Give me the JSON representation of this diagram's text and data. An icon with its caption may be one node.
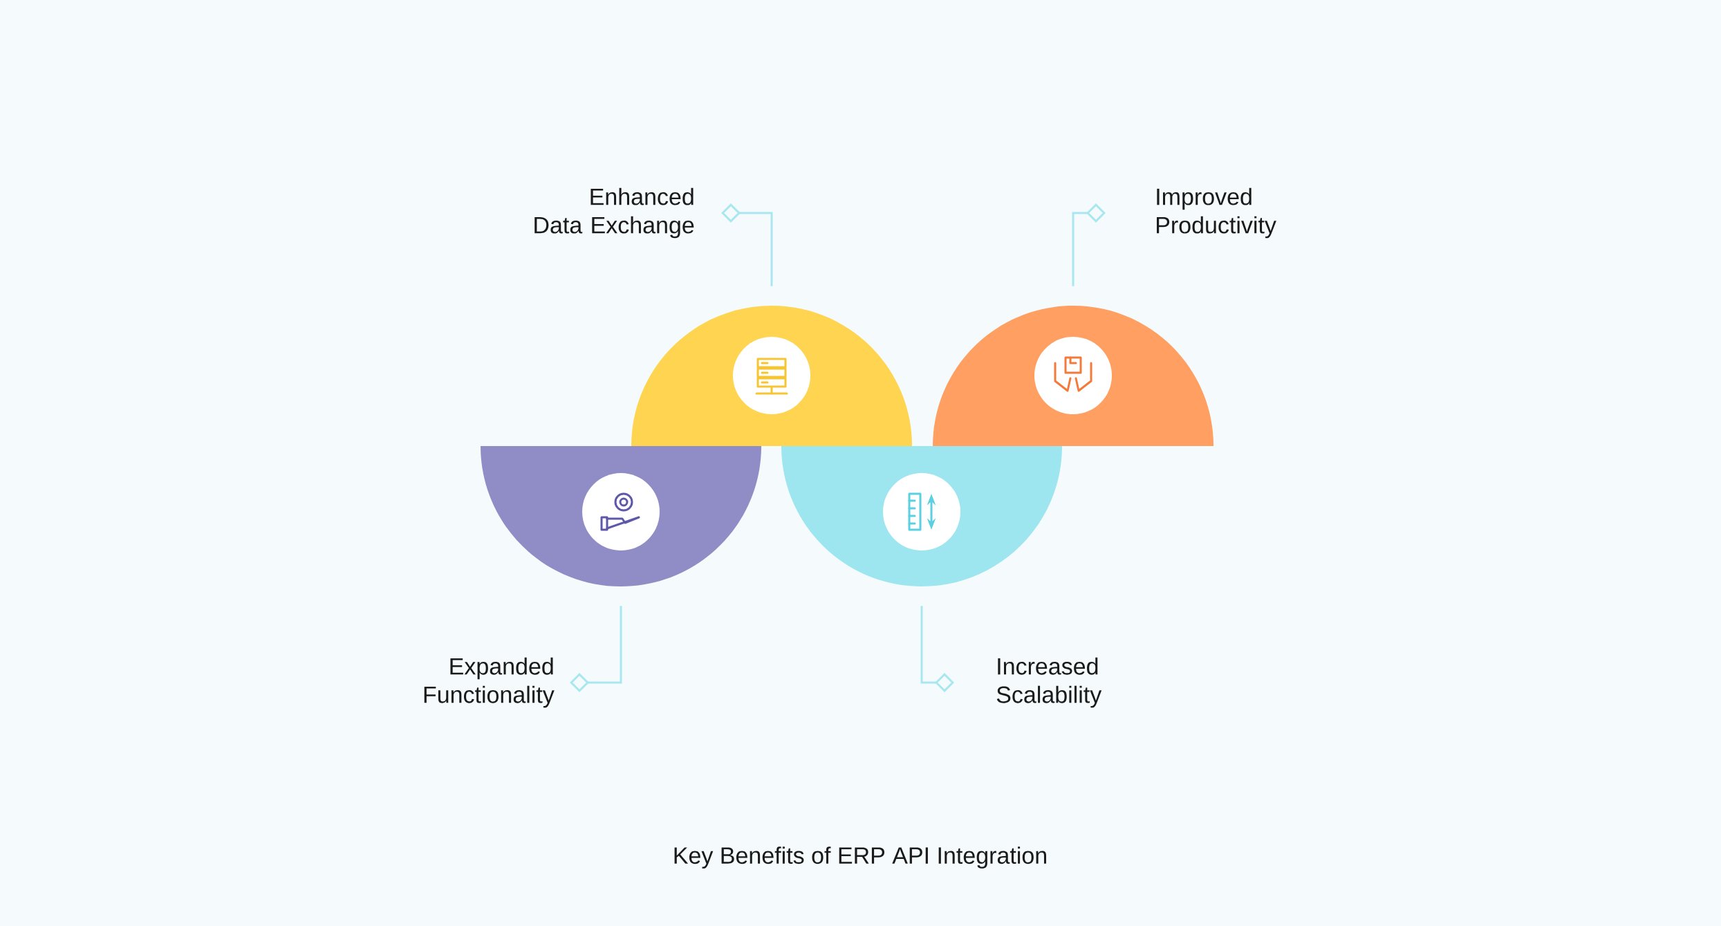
{
  "diagram": {
    "title": "Key Benefits of ERP API Integration",
    "nodes": [
      {
        "text": [
          "Enhanced Data Exchange"
        ]
      },
      {
        "text": [
          "Improved Productivity"
        ]
      },
      {
        "text": [
          "Expanded Functionality"
        ]
      },
      {
        "text": [
          "Increased Scalability"
        ]
      },
      {
        "text": [],
        "shape": "half-circle"
      },
      {
        "text": [],
        "shape": "half-circle"
      },
      {
        "text": [],
        "shape": "half-circle"
      },
      {
        "text": [],
        "shape": "half-circle"
      }
    ],
    "edges": [
      {
        "from": 4,
        "to": 0,
        "arrow": "other"
      },
      {
        "from": 5,
        "to": 1,
        "arrow": "other"
      },
      {
        "from": 6,
        "to": 2,
        "arrow": "other"
      },
      {
        "from": 7,
        "to": 3,
        "arrow": "other"
      }
    ]
  }
}
